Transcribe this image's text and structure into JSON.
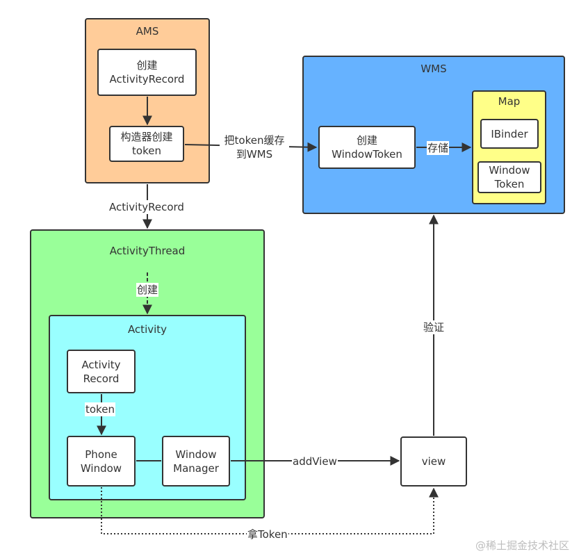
{
  "colors": {
    "ams_fill": "#FFCC99",
    "wms_fill": "#66B2FF",
    "map_fill": "#FFFF88",
    "thread_fill": "#99FF99",
    "activity_fill": "#99FFFF",
    "stroke": "#333333"
  },
  "ams": {
    "title": "AMS",
    "create_record_line1": "创建",
    "create_record_line2": "ActivityRecord",
    "ctor_line1": "构造器创建",
    "ctor_line2": "token"
  },
  "wms": {
    "title": "WMS",
    "create_token_line1": "创建",
    "create_token_line2": "WindowToken",
    "map_title": "Map",
    "ibinder": "IBinder",
    "window_token_line1": "Window",
    "window_token_line2": "Token"
  },
  "thread": {
    "title": "ActivityThread",
    "activity_title": "Activity",
    "record_line1": "Activity",
    "record_line2": "Record",
    "phone_line1": "Phone",
    "phone_line2": "Window",
    "manager_line1": "Window",
    "manager_line2": "Manager"
  },
  "view": {
    "label": "view"
  },
  "edges": {
    "cache_line1": "把token缓存",
    "cache_line2": "到WMS",
    "store": "存储",
    "activity_record": "ActivityRecord",
    "create": "创建",
    "token": "token",
    "add_view": "addView",
    "verify": "验证",
    "take_token": "拿Token"
  },
  "watermark": "@稀土掘金技术社区"
}
